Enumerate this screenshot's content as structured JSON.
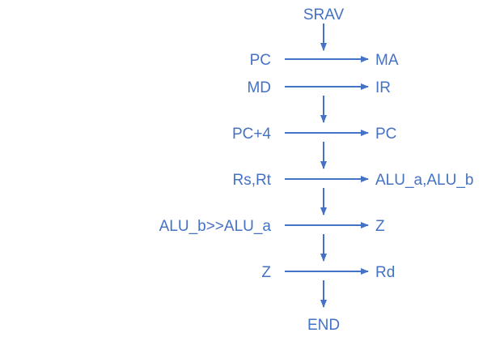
{
  "colors": {
    "line": "#4472c4",
    "text": "#4472c4",
    "background": "#ffffff"
  },
  "start_label": "SRAV",
  "end_label": "END",
  "steps": [
    {
      "source": "PC",
      "target": "MA"
    },
    {
      "source": "MD",
      "target": "IR"
    },
    {
      "source": "PC+4",
      "target": "PC"
    },
    {
      "source": "Rs,Rt",
      "target": "ALU_a,ALU_b"
    },
    {
      "source": "ALU_b>>ALU_a",
      "target": "Z"
    },
    {
      "source": "Z",
      "target": "Rd"
    }
  ]
}
